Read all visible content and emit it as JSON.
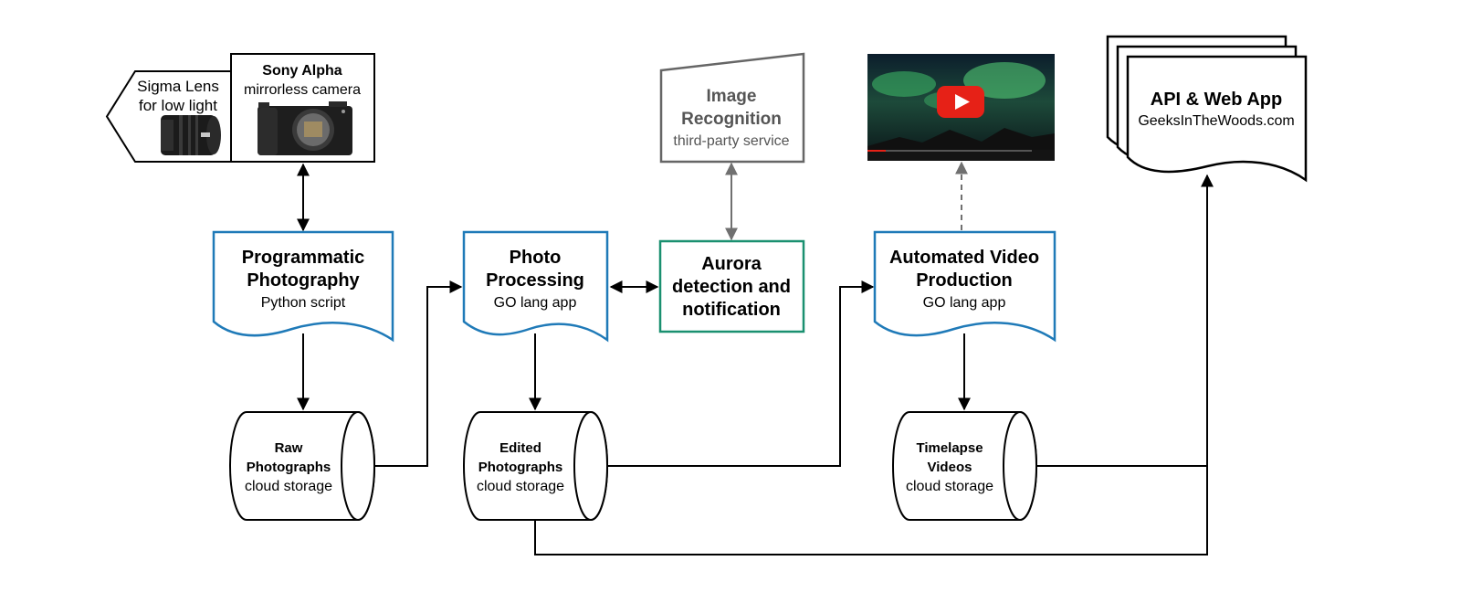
{
  "colors": {
    "process_stroke": "#1f7ab8",
    "aurora_stroke": "#1a9070",
    "image_recognition_stroke": "#666666",
    "line": "#000000",
    "gray_line": "#707070"
  },
  "sigma_lens": {
    "line1": "Sigma Lens",
    "line2": "for low light",
    "icon": "lens-photo"
  },
  "sony_camera": {
    "title": "Sony Alpha",
    "subtitle": "mirrorless camera",
    "icon": "camera-photo"
  },
  "image_recognition": {
    "title1": "Image",
    "title2": "Recognition",
    "subtitle": "third-party service"
  },
  "youtube": {
    "icon": "youtube-play-icon",
    "thumbnail": "aurora-video-thumbnail"
  },
  "api_web_app": {
    "title": "API & Web App",
    "subtitle": "GeeksInTheWoods.com"
  },
  "programmatic_photography": {
    "title1": "Programmatic",
    "title2": "Photography",
    "subtitle": "Python script"
  },
  "photo_processing": {
    "title1": "Photo",
    "title2": "Processing",
    "subtitle": "GO lang app"
  },
  "aurora_detection": {
    "line1": "Aurora",
    "line2": "detection and",
    "line3": "notification"
  },
  "automated_video": {
    "title1": "Automated Video",
    "title2": "Production",
    "subtitle": "GO lang app"
  },
  "raw_photographs": {
    "title1": "Raw",
    "title2": "Photographs",
    "subtitle": "cloud storage"
  },
  "edited_photographs": {
    "title1": "Edited",
    "title2": "Photographs",
    "subtitle": "cloud storage"
  },
  "timelapse_videos": {
    "title1": "Timelapse",
    "title2": "Videos",
    "subtitle": "cloud storage"
  }
}
